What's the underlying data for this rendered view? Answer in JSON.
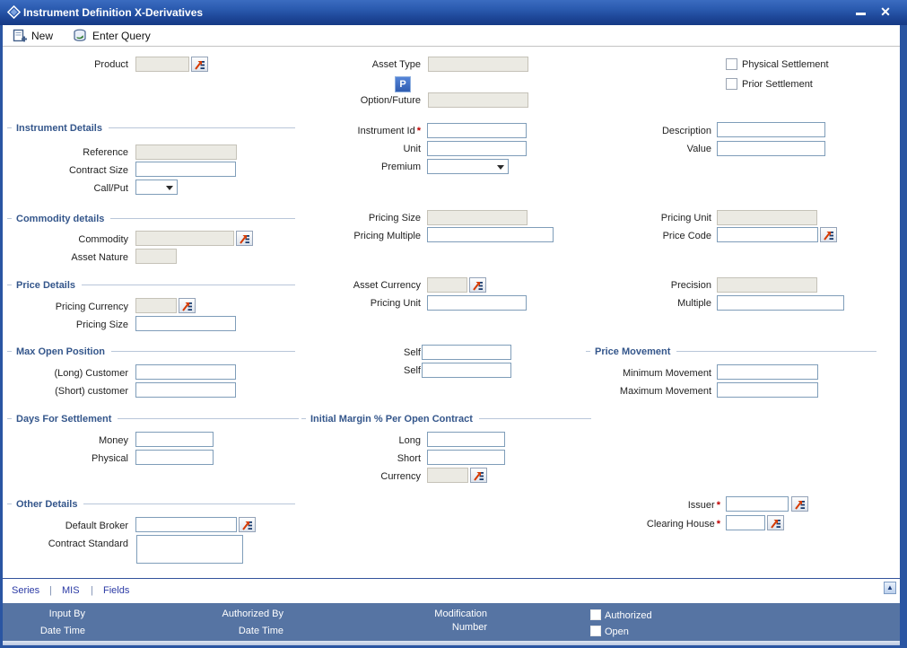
{
  "window": {
    "title": "Instrument Definition X-Derivatives",
    "close_glyph": "✕"
  },
  "toolbar": {
    "new_label": "New",
    "enter_query_label": "Enter Query"
  },
  "ui": {
    "required_marker": "*",
    "scroll_up_glyph": "▲"
  },
  "header_fields": {
    "product_label": "Product",
    "asset_type_label": "Asset Type",
    "p_button_label": "P",
    "option_future_label": "Option/Future",
    "physical_settlement_label": "Physical Settlement",
    "prior_settlement_label": "Prior Settlement"
  },
  "instrument_details": {
    "title": "Instrument Details",
    "reference_label": "Reference",
    "contract_size_label": "Contract Size",
    "call_put_label": "Call/Put",
    "instrument_id_label": "Instrument Id",
    "unit_label": "Unit",
    "premium_label": "Premium",
    "description_label": "Description",
    "value_label": "Value"
  },
  "commodity_details": {
    "title": "Commodity details",
    "commodity_label": "Commodity",
    "asset_nature_label": "Asset Nature",
    "pricing_size_label": "Pricing Size",
    "pricing_multiple_label": "Pricing Multiple",
    "pricing_unit_label": "Pricing Unit",
    "price_code_label": "Price Code"
  },
  "price_details": {
    "title": "Price Details",
    "pricing_currency_label": "Pricing Currency",
    "pricing_size_label": "Pricing Size",
    "asset_currency_label": "Asset Currency",
    "pricing_unit_label": "Pricing Unit",
    "precision_label": "Precision",
    "multiple_label": "Multiple"
  },
  "max_open_position": {
    "title": "Max Open Position",
    "long_customer_label": "(Long) Customer",
    "short_customer_label": "(Short) customer",
    "self1_label": "Self",
    "self2_label": "Self"
  },
  "price_movement": {
    "title": "Price Movement",
    "minimum_movement_label": "Minimum Movement",
    "maximum_movement_label": "Maximum Movement"
  },
  "days_for_settlement": {
    "title": "Days For Settlement",
    "money_label": "Money",
    "physical_label": "Physical"
  },
  "initial_margin": {
    "title": "Initial Margin % Per Open Contract",
    "long_label": "Long",
    "short_label": "Short",
    "currency_label": "Currency"
  },
  "other_details": {
    "title": "Other Details",
    "default_broker_label": "Default Broker",
    "contract_standard_label": "Contract Standard",
    "issuer_label": "Issuer",
    "clearing_house_label": "Clearing House"
  },
  "bottom_links": {
    "series": "Series",
    "mis": "MIS",
    "fields": "Fields",
    "separator": "|"
  },
  "footer": {
    "input_by_label": "Input By",
    "date_time1_label": "Date Time",
    "authorized_by_label": "Authorized By",
    "date_time2_label": "Date Time",
    "modification_label": "Modification",
    "number_label": "Number",
    "authorized_checkbox_label": "Authorized",
    "open_checkbox_label": "Open"
  },
  "colors": {
    "titlebar_blue": "#1c4494",
    "footer_slate": "#5674a3",
    "section_title": "#34568b",
    "input_border": "#7f9db9",
    "disabled_bg": "#ebeae3",
    "lov_arrow_red": "#d63a00",
    "link_blue": "#2b3aa5"
  }
}
